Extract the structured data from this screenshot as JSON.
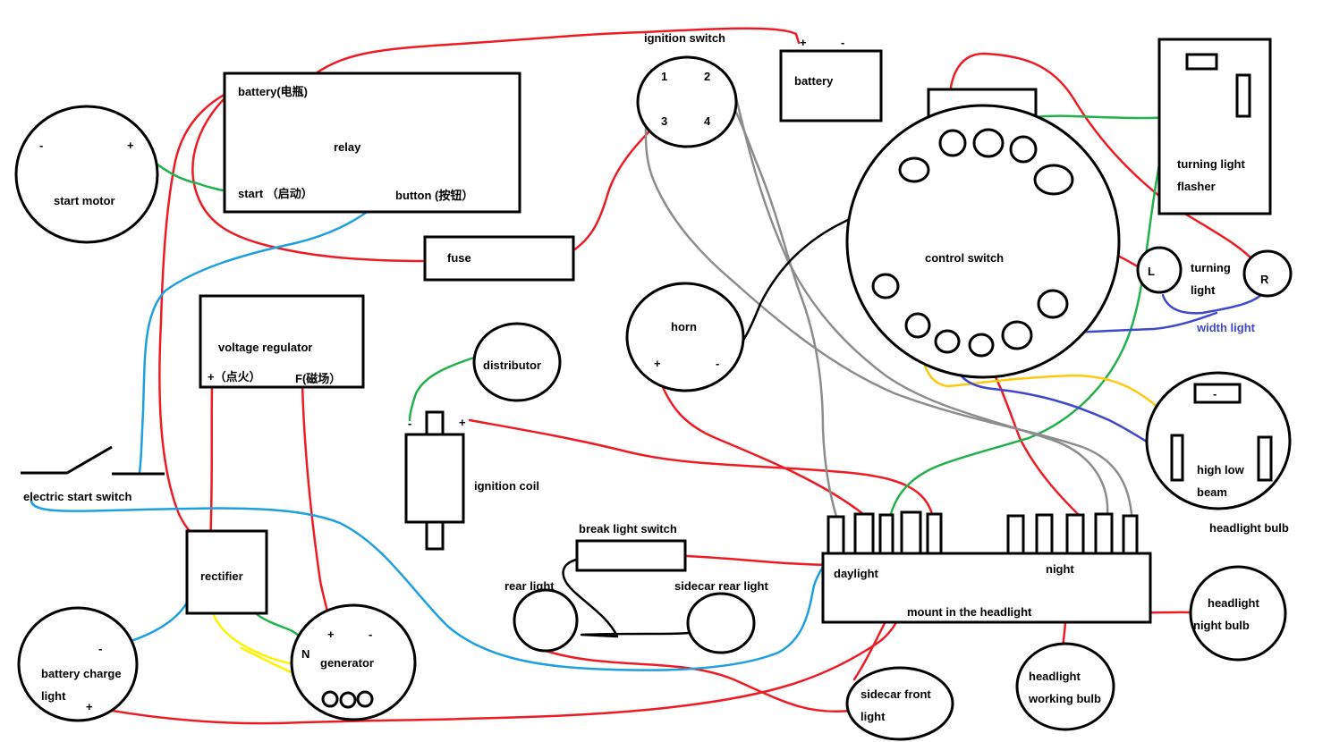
{
  "components": {
    "start_motor": {
      "label": "start motor",
      "neg": "-",
      "pos": "+"
    },
    "relay": {
      "label": "relay",
      "battery": "battery(电瓶)",
      "start": "start （启动）",
      "button": "button (按钮）"
    },
    "fuse": {
      "label": "fuse"
    },
    "voltage_regulator": {
      "label": "voltage regulator",
      "plus": "+（点火）",
      "f": "F(磁场）"
    },
    "electric_start_switch": {
      "label": "electric start switch"
    },
    "rectifier": {
      "label": "rectifier"
    },
    "battery_charge_light": {
      "label_1": "battery charge",
      "label_2": "light",
      "neg": "-",
      "pos": "+"
    },
    "generator": {
      "label": "generator",
      "plus": "+",
      "minus": "-",
      "n": "N"
    },
    "distributor": {
      "label": "distributor"
    },
    "ignition_coil": {
      "label": "ignition coil",
      "neg": "-",
      "pos": "+"
    },
    "ignition_switch": {
      "label": "ignition switch",
      "t1": "1",
      "t2": "2",
      "t3": "3",
      "t4": "4"
    },
    "horn": {
      "label": "horn",
      "plus": "+",
      "minus": "-"
    },
    "battery": {
      "label": "battery",
      "plus": "+",
      "minus": "-"
    },
    "control_switch": {
      "label": "control switch"
    },
    "turning_light_flasher": {
      "label_1": "turning light",
      "label_2": "flasher"
    },
    "turning_light": {
      "label_1": "turning",
      "label_2": "light",
      "l": "L",
      "r": "R"
    },
    "width_light": {
      "label": "width light"
    },
    "headlight_bulb": {
      "minus": "-",
      "label_1": "high low",
      "label_2": "beam",
      "caption": "headlight bulb"
    },
    "break_light_switch": {
      "label": "break light switch"
    },
    "rear_light": {
      "label": "rear light"
    },
    "sidecar_rear_light": {
      "label": "sidecar rear light"
    },
    "headlight_mount": {
      "daylight": "daylight",
      "night": "night",
      "label": "mount in the headlight"
    },
    "headlight_night_bulb": {
      "label_1": "headlight",
      "label_2": "night bulb"
    },
    "sidecar_front_light": {
      "label_1": "sidecar front",
      "label_2": "light"
    },
    "headlight_working_bulb": {
      "label_1": "headlight",
      "label_2": "working bulb"
    }
  },
  "colors": {
    "red": "#ed1c24",
    "blue": "#1e9fe0",
    "green": "#22b14c",
    "gray": "#8c8c8c",
    "yellow": "#fff200",
    "gold": "#ffc90e",
    "indigo": "#3f48cc",
    "black": "#000000"
  }
}
